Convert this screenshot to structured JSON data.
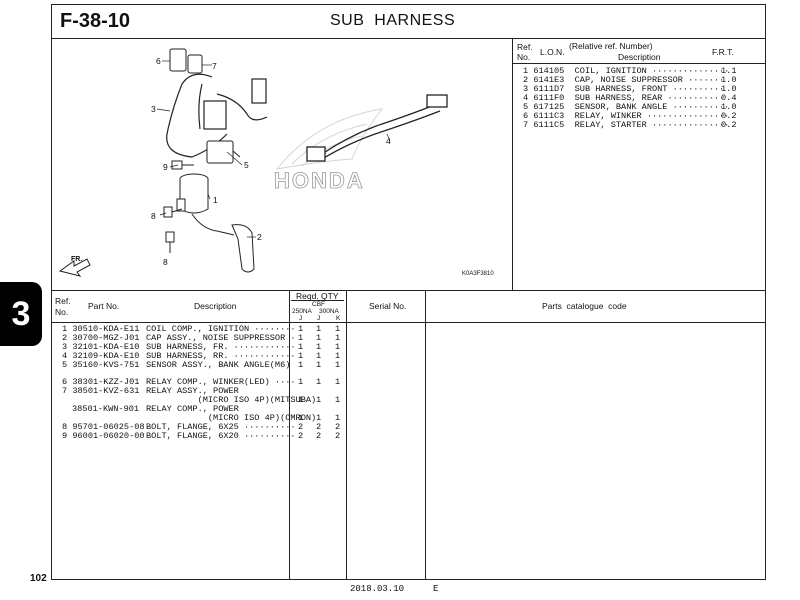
{
  "header": {
    "figure_code": "F-38-10",
    "title": "SUB  HARNESS"
  },
  "section_tab": "3",
  "page_number": "102",
  "footer": {
    "date": "2018.03.10",
    "edition": "E"
  },
  "diagram": {
    "illustration_code": "K0A3F3810",
    "direction_marker": "FR.",
    "watermark": "HONDA",
    "callouts": [
      "1",
      "2",
      "3",
      "4",
      "5",
      "6",
      "7",
      "8",
      "8",
      "9"
    ]
  },
  "ref_table": {
    "headers": {
      "ref": "Ref.",
      "no": "No.",
      "lon": "L.O.N.",
      "desc_top": "(Relative ref. Number)",
      "desc": "Description",
      "frt": "F.R.T."
    },
    "rows": [
      {
        "ref": "1",
        "lon": "614105",
        "desc": "COIL, IGNITION ···············",
        "frt": "1.1"
      },
      {
        "ref": "2",
        "lon": "6141E3",
        "desc": "CAP, NOISE SUPPRESSOR ·······",
        "frt": "1.0"
      },
      {
        "ref": "3",
        "lon": "6111D7",
        "desc": "SUB HARNESS, FRONT ··········",
        "frt": "1.0"
      },
      {
        "ref": "4",
        "lon": "6111F0",
        "desc": "SUB HARNESS, REAR ···········",
        "frt": "0.4"
      },
      {
        "ref": "5",
        "lon": "617125",
        "desc": "SENSOR, BANK ANGLE ···········",
        "frt": "1.0"
      },
      {
        "ref": "6",
        "lon": "6111C3",
        "desc": "RELAY, WINKER ················",
        "frt": "0.2"
      },
      {
        "ref": "7",
        "lon": "6111C5",
        "desc": "RELAY, STARTER ···············",
        "frt": "0.2"
      }
    ]
  },
  "parts_table": {
    "headers": {
      "ref": "Ref.",
      "no": "No.",
      "part_no": "Part No.",
      "description": "Description",
      "reqd_qty": "Reqd. QTY",
      "model": "CBF",
      "col_250": "250NA",
      "col_300": "300NA",
      "sub_j1": "J",
      "sub_j2": "J",
      "sub_k": "K",
      "serial_no": "Serial No.",
      "catalogue_code": "Parts  catalogue  code"
    },
    "rows": [
      {
        "ref": "1",
        "part_no": "30510-KDA-E11",
        "desc": "COIL COMP., IGNITION ········",
        "q1": "1",
        "q2": "1",
        "q3": "1"
      },
      {
        "ref": "2",
        "part_no": "30700-MGZ-J01",
        "desc": "CAP ASSY., NOISE SUPPRESSOR ·",
        "q1": "1",
        "q2": "1",
        "q3": "1"
      },
      {
        "ref": "3",
        "part_no": "32101-KDA-E10",
        "desc": "SUB HARNESS, FR. ············",
        "q1": "1",
        "q2": "1",
        "q3": "1"
      },
      {
        "ref": "4",
        "part_no": "32109-KDA-E10",
        "desc": "SUB HARNESS, RR. ············",
        "q1": "1",
        "q2": "1",
        "q3": "1"
      },
      {
        "ref": "5",
        "part_no": "35160-KVS-751",
        "desc": "SENSOR ASSY., BANK ANGLE(M6)",
        "q1": "1",
        "q2": "1",
        "q3": "1"
      },
      {
        "ref": "6",
        "part_no": "38301-KZZ-J01",
        "desc": "RELAY COMP., WINKER(LED) ····",
        "q1": "1",
        "q2": "1",
        "q3": "1"
      },
      {
        "ref": "7",
        "part_no": "38501-KVZ-631",
        "desc": "RELAY ASSY., POWER",
        "q1": "",
        "q2": "",
        "q3": ""
      },
      {
        "ref": "",
        "part_no": "",
        "desc": "          (MICRO ISO 4P)(MITSUBA)",
        "q1": "1",
        "q2": "1",
        "q3": "1"
      },
      {
        "ref": "",
        "part_no": "38501-KWN-901",
        "desc": "RELAY COMP., POWER",
        "q1": "",
        "q2": "",
        "q3": ""
      },
      {
        "ref": "",
        "part_no": "",
        "desc": "            (MICRO ISO 4P)(OMRON)",
        "q1": "1",
        "q2": "1",
        "q3": "1"
      },
      {
        "ref": "8",
        "part_no": "95701-06025-08",
        "desc": "BOLT, FLANGE, 6X25 ··········",
        "q1": "2",
        "q2": "2",
        "q3": "2"
      },
      {
        "ref": "9",
        "part_no": "96001-06020-00",
        "desc": "BOLT, FLANGE, 6X20 ··········",
        "q1": "2",
        "q2": "2",
        "q3": "2"
      }
    ]
  }
}
